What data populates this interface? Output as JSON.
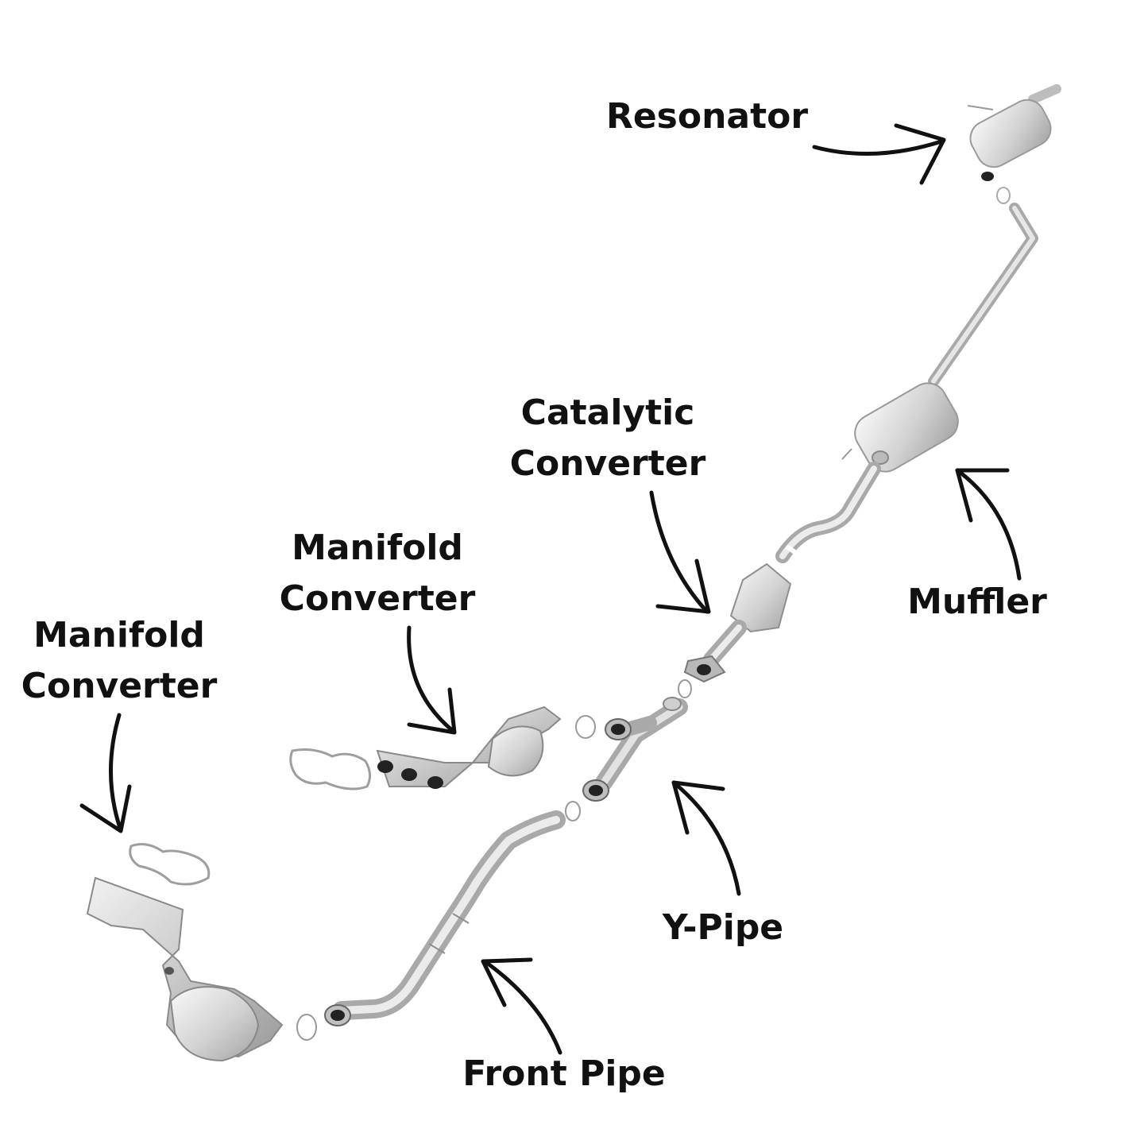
{
  "labels": {
    "resonator": "Resonator",
    "catalytic_line1": "Catalytic",
    "catalytic_line2": "Converter",
    "muffler": "Muffler",
    "manifold1_line1": "Manifold",
    "manifold1_line2": "Converter",
    "manifold2_line1": "Manifold",
    "manifold2_line2": "Converter",
    "ypipe": "Y-Pipe",
    "frontpipe": "Front Pipe"
  },
  "colors": {
    "metal_light": "#e9e9e9",
    "metal_mid": "#c4c4c4",
    "metal_dark": "#8a8a8a",
    "arrow": "#111111",
    "text": "#111111"
  }
}
